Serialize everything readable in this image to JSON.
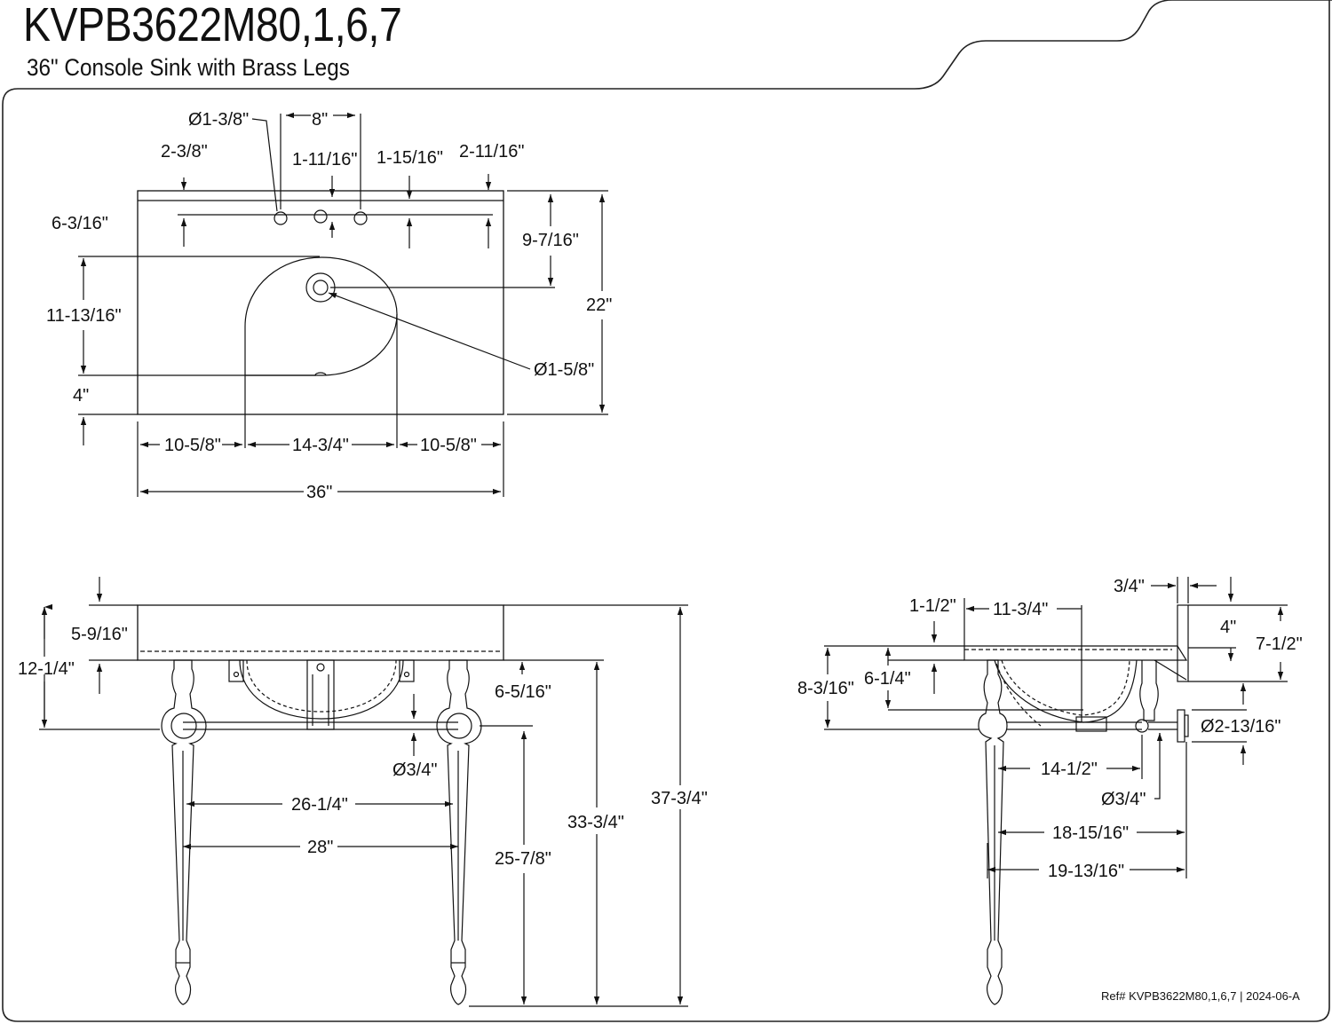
{
  "header": {
    "model": "KVPB3622M80,1,6,7",
    "subtitle": "36\" Console Sink with Brass Legs"
  },
  "top_view": {
    "hole_dia": "Ø1-3/8\"",
    "hole_spacing": "8\"",
    "left_offset": "2-3/8\"",
    "center_offset": "1-11/16\"",
    "right_offset_a": "1-15/16\"",
    "right_offset_b": "2-11/16\"",
    "back_to_holes": "6-3/16\"",
    "back_to_drain": "9-7/16\"",
    "bowl_depth": "11-13/16\"",
    "depth": "22\"",
    "drain_dia": "Ø1-5/8\"",
    "front_margin": "4\"",
    "side_left": "10-5/8\"",
    "bowl_width": "14-3/4\"",
    "side_right": "10-5/8\"",
    "width": "36\""
  },
  "front_view": {
    "top_thickness": "5-9/16\"",
    "top_to_bar": "12-1/4\"",
    "bar_drop": "6-5/16\"",
    "bar_dia": "Ø3/4\"",
    "inner_legs": "26-1/4\"",
    "outer_legs": "28\"",
    "total_height": "37-3/4\"",
    "counter_height": "33-3/4\"",
    "bar_height": "25-7/8\""
  },
  "side_view": {
    "backsplash_thickness": "3/4\"",
    "front_lip": "1-1/2\"",
    "bowl_depth_side": "11-3/4\"",
    "backsplash_height": "4\"",
    "overall_top": "7-1/2\"",
    "top_height": "8-3/16\"",
    "bowl_height": "6-1/4\"",
    "flange_dia": "Ø2-13/16\"",
    "bar_depth": "14-1/2\"",
    "bar_dia": "Ø3/4\"",
    "leg_depth": "18-15/16\"",
    "overall_depth": "19-13/16\""
  },
  "footer": {
    "ref": "Ref# KVPB3622M80,1,6,7 | 2024-06-A"
  }
}
